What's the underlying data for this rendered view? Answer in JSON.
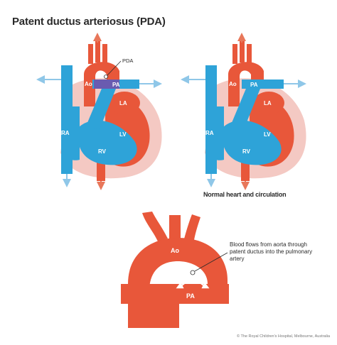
{
  "title": "Patent ductus arteriosus (PDA)",
  "caption_normal": "Normal heart and circulation",
  "annotation": "Blood flows from aorta through patent ductus into the pulmonary artery",
  "copyright": "© The Royal Children's Hospital, Melbourne, Australia",
  "labels": {
    "pda": "PDA",
    "ao": "Ao",
    "pa": "PA",
    "la": "LA",
    "lv": "LV",
    "ra": "RA",
    "rv": "RV"
  },
  "colors": {
    "oxygenated": "#e8573a",
    "deoxygenated": "#2ea3d8",
    "mixed": "#6a5bb0",
    "pericardium": "#f4c9c3",
    "arrow": "#8fc7e8"
  }
}
